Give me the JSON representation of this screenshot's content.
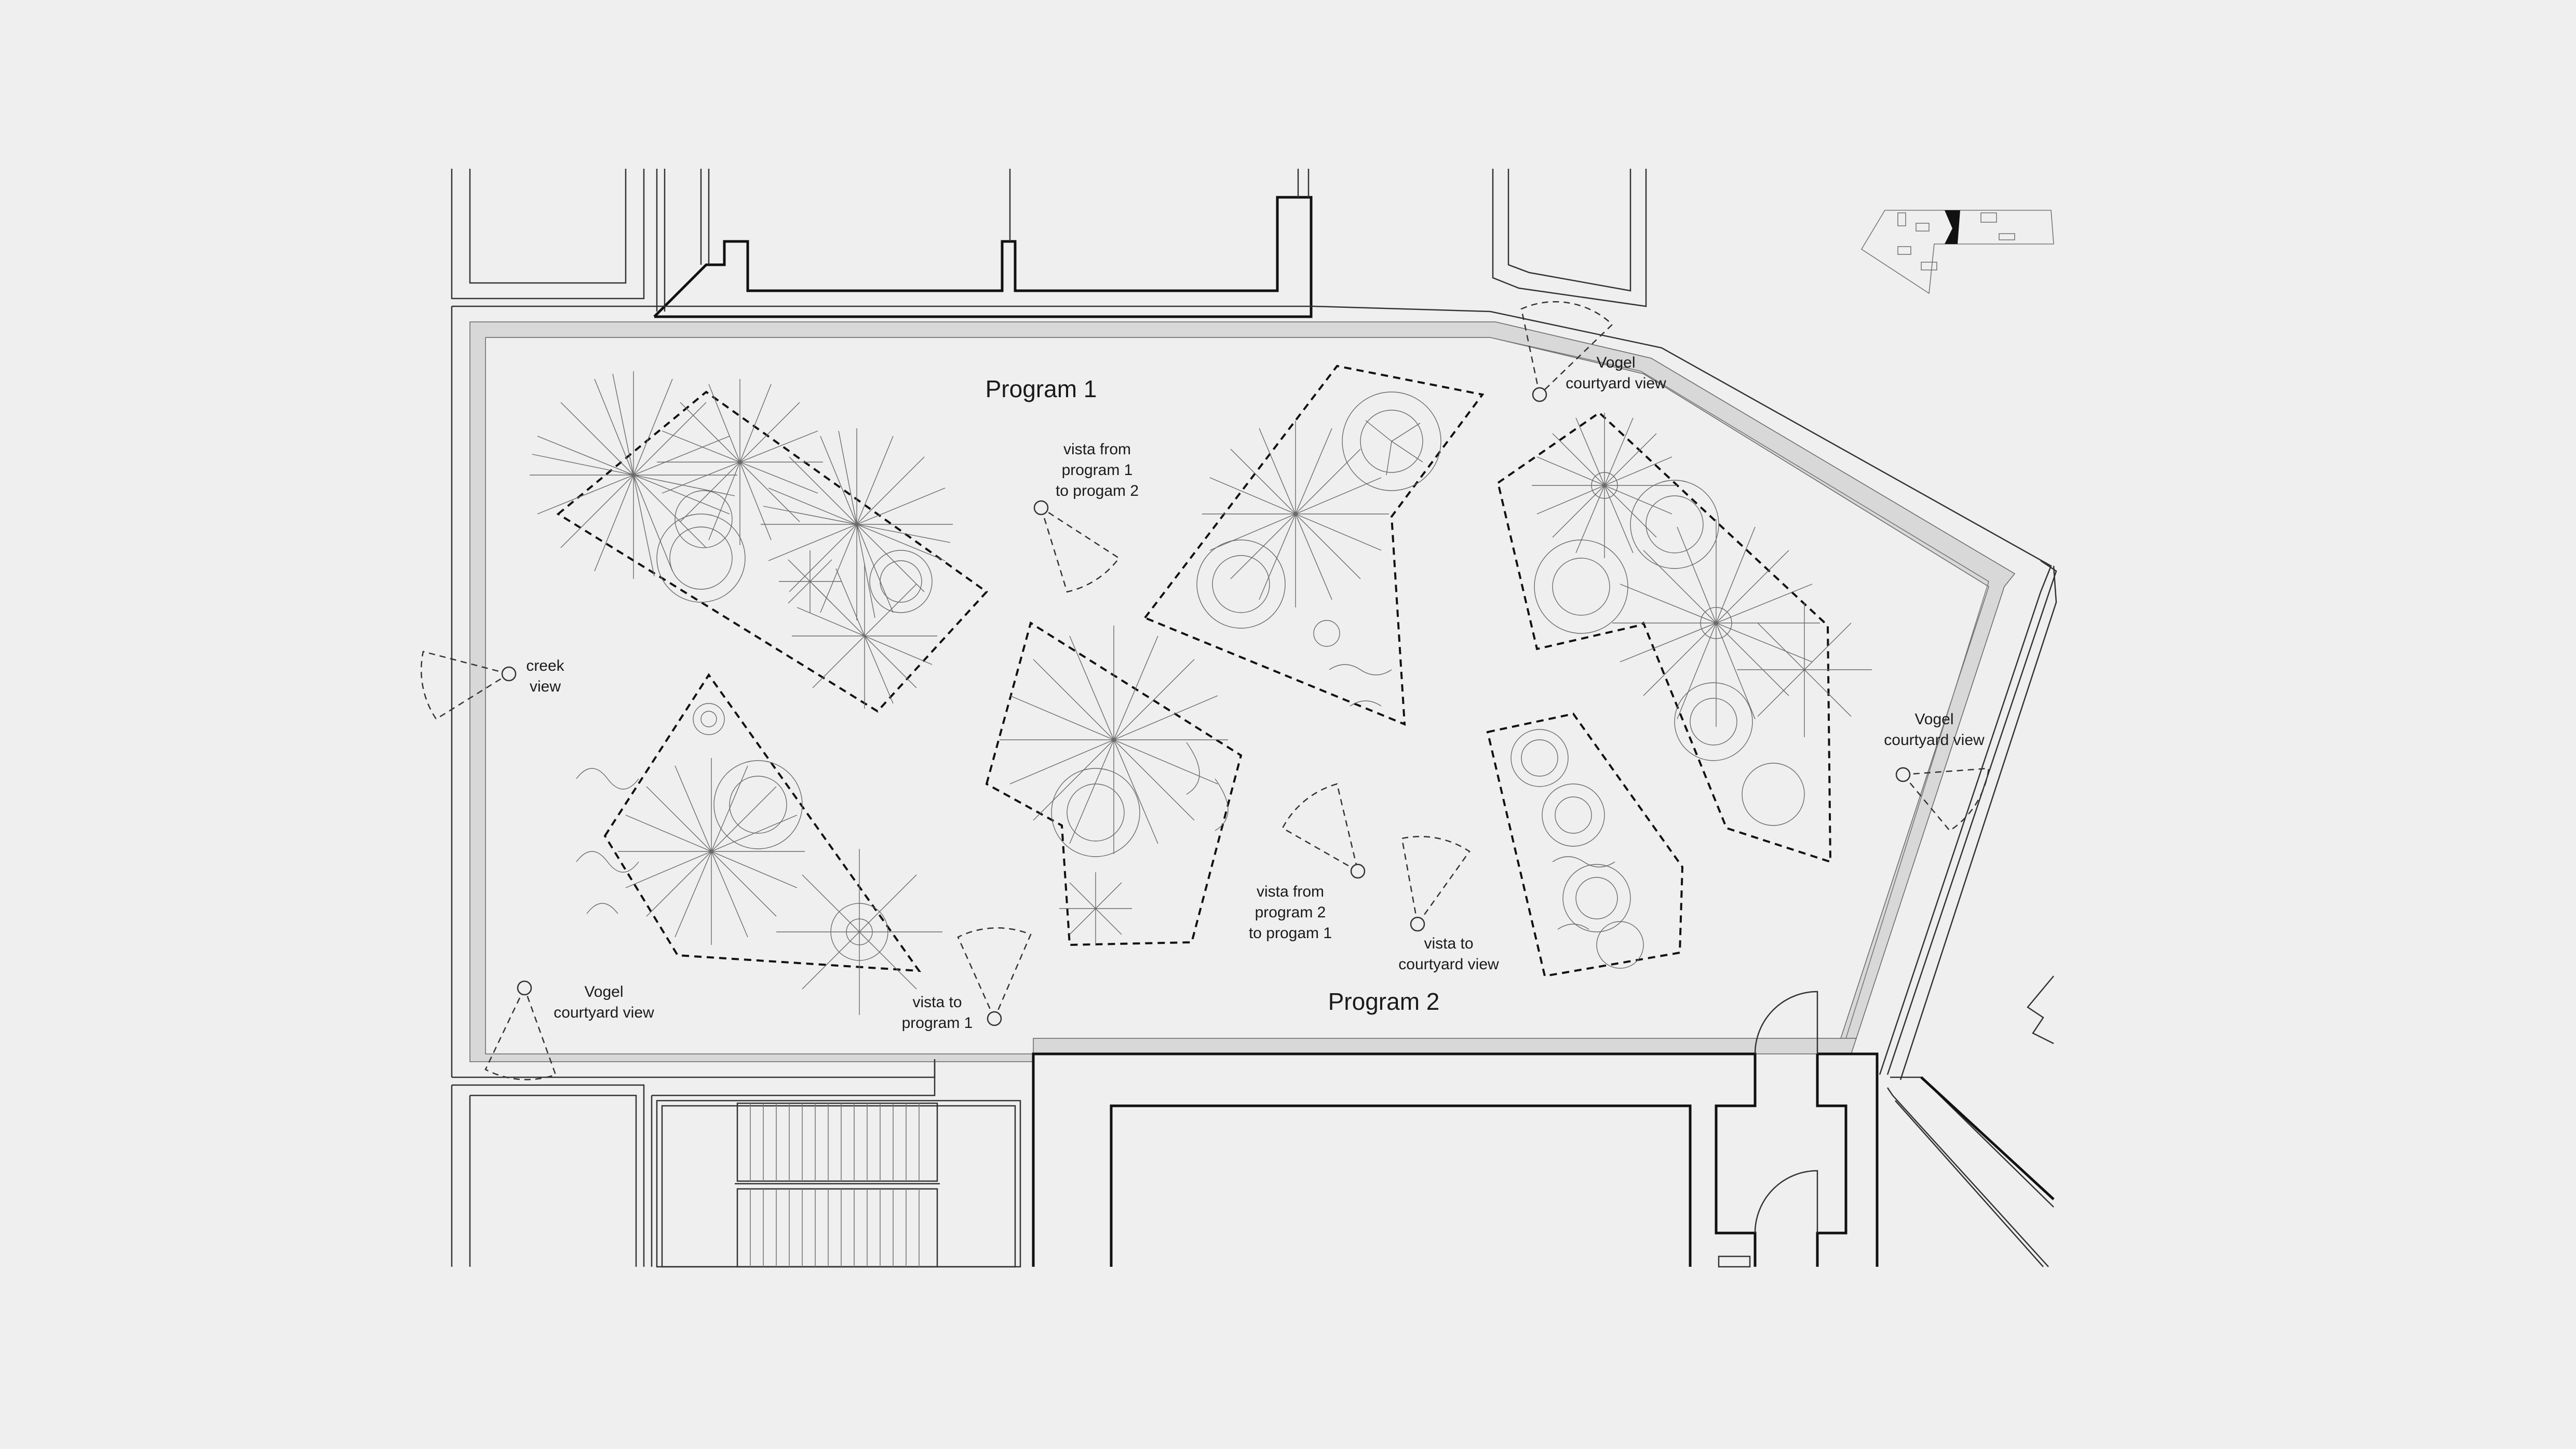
{
  "zones": {
    "program_1": "Program 1",
    "program_2": "Program 2"
  },
  "viewpoints": {
    "vogel_top": {
      "line1": "Vogel",
      "line2": "courtyard view"
    },
    "vista_p1_p2": {
      "line1": "vista from",
      "line2": "program 1",
      "line3": "to progam 2"
    },
    "creek": {
      "line1": "creek",
      "line2": "view"
    },
    "vogel_right": {
      "line1": "Vogel",
      "line2": "courtyard view"
    },
    "vista_p2_p1": {
      "line1": "vista from",
      "line2": "program 2",
      "line3": "to progam 1"
    },
    "vista_courtyard": {
      "line1": "vista to",
      "line2": "courtyard view"
    },
    "vogel_bottom_left": {
      "line1": "Vogel",
      "line2": "courtyard view"
    },
    "vista_to_p1": {
      "line1": "vista to",
      "line2": "program 1"
    }
  },
  "colors": {
    "background": "#efefef",
    "linework": "#111111",
    "planting": "#6a6a6a"
  }
}
